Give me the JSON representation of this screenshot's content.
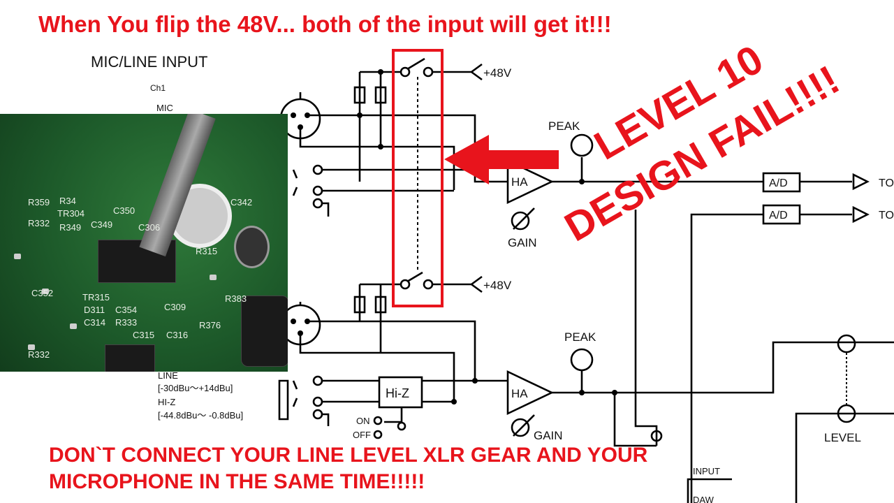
{
  "headline_top": "When You flip the 48V... both of the input will get it!!!",
  "overlay_rotated": [
    "LEVEL 10",
    "DESIGN FAIL!!!!"
  ],
  "headline_bottom": [
    "DON`T CONNECT YOUR LINE LEVEL XLR GEAR AND YOUR",
    "MICROPHONE IN THE SAME TIME!!!!!"
  ],
  "schematic": {
    "section_title": "MIC/LINE INPUT",
    "channel": "Ch1",
    "mic_label": "MIC",
    "line_label": "LINE",
    "line_range": "[-30dBu〜+14dBu]",
    "hiz_label": "HI-Z",
    "hiz_range": "[-44.8dBu〜 -0.8dBu]",
    "phantom": [
      "+48V",
      "+48V"
    ],
    "peak": [
      "PEAK",
      "PEAK"
    ],
    "ha": [
      "HA",
      "HA"
    ],
    "gain": [
      "GAIN",
      "GAIN"
    ],
    "ad": [
      "A/D",
      "A/D"
    ],
    "to": [
      "TO",
      "TO"
    ],
    "hiz_box": "Hi-Z",
    "on": "ON",
    "off": "OFF",
    "level": "LEVEL",
    "input": "INPUT",
    "daw": "DAW"
  },
  "photo_labels": [
    "R359",
    "R34",
    "R332",
    "TR304",
    "R349",
    "C349",
    "C350",
    "C306",
    "R315",
    "C342",
    "C352",
    "TR315",
    "D311",
    "C354",
    "C314",
    "R333",
    "C309",
    "R383",
    "R376",
    "C315",
    "C316",
    "R332"
  ],
  "colors": {
    "accent_red": "#e8141c",
    "pcb_green": "#1d5a2a"
  }
}
